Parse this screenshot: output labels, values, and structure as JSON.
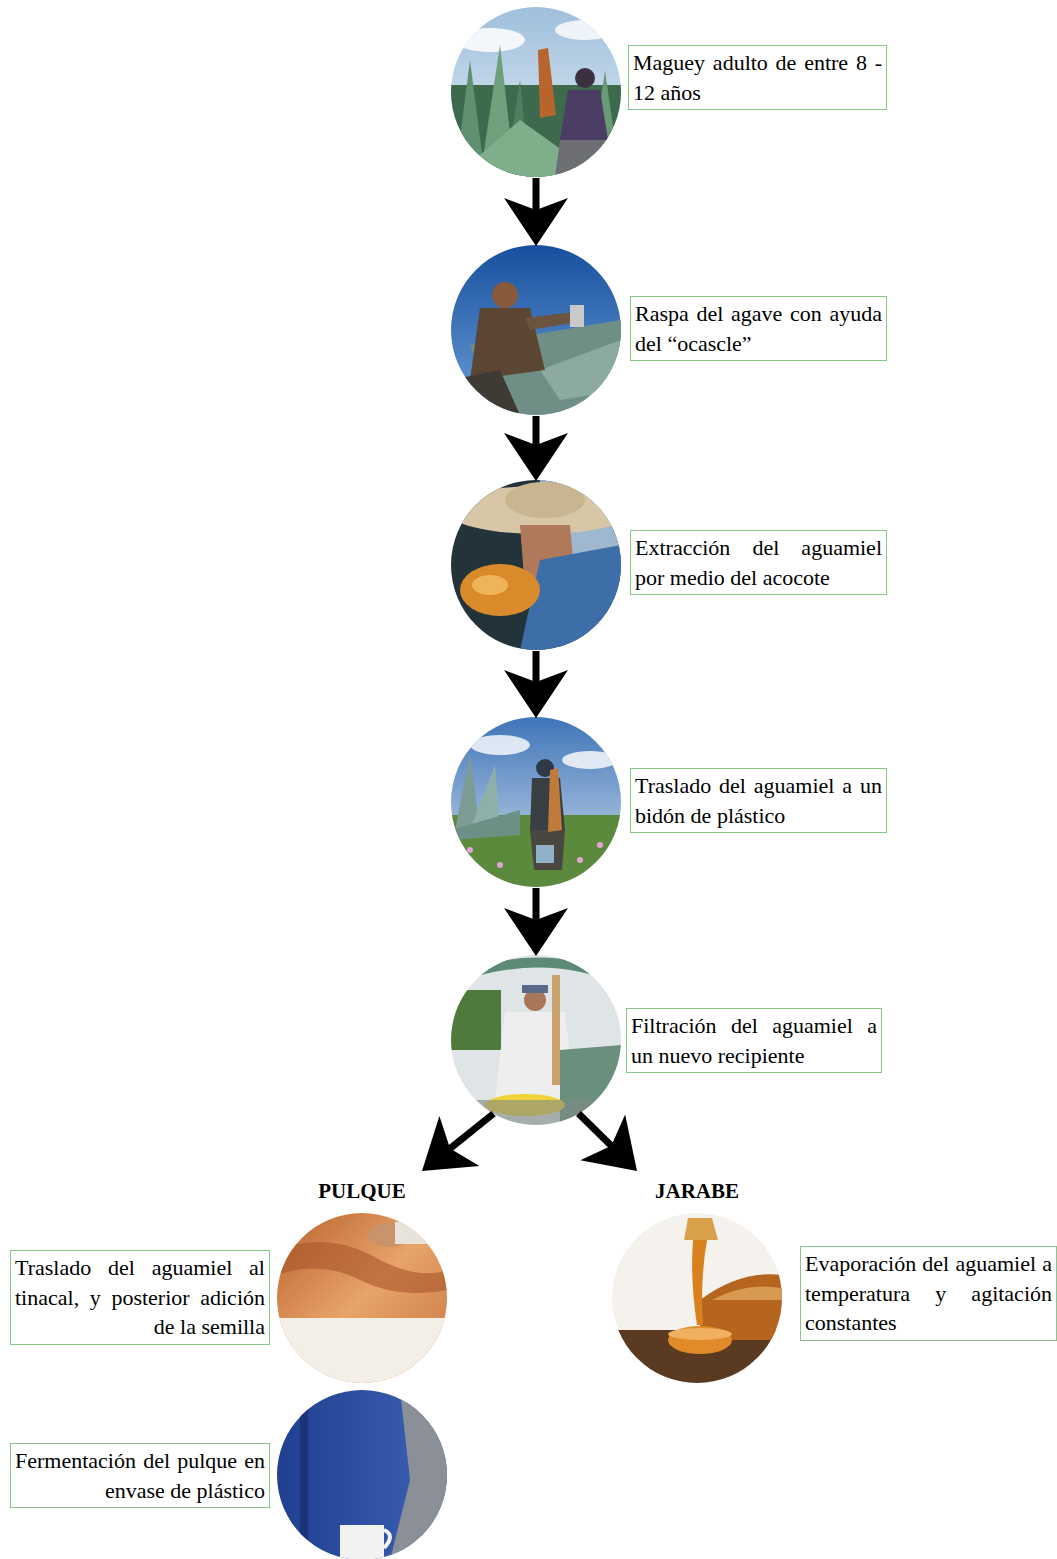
{
  "diagram": {
    "nodes": [
      {
        "text": [
          "Maguey adulto de entre 8 - 12 años"
        ]
      },
      {
        "text": [
          "Raspa del agave con ayuda del “ocascle”"
        ]
      },
      {
        "text": [
          "Extracción del aguamiel por medio del acocote"
        ]
      },
      {
        "text": [
          "Traslado del aguamiel a un bidón de plástico"
        ]
      },
      {
        "text": [
          "Filtración del aguamiel a un nuevo recipiente"
        ]
      },
      {
        "text": [
          "Traslado del aguamiel al tinacal, y posterior adición de la semilla"
        ]
      },
      {
        "text": [
          "Evaporación del aguamiel a temperatura y agitación constantes"
        ]
      },
      {
        "text": [
          "Fermentación del pulque en envase de plástico"
        ]
      }
    ],
    "edges": [
      {
        "from": 0,
        "to": 1,
        "arrow": "to"
      },
      {
        "from": 1,
        "to": 2,
        "arrow": "to"
      },
      {
        "from": 2,
        "to": 3,
        "arrow": "to"
      },
      {
        "from": 3,
        "to": 4,
        "arrow": "to"
      },
      {
        "from": 4,
        "to": 5,
        "arrow": "to"
      },
      {
        "from": 4,
        "to": 6,
        "arrow": "to"
      }
    ],
    "labels": [
      "PULQUE",
      "JARABE"
    ]
  }
}
